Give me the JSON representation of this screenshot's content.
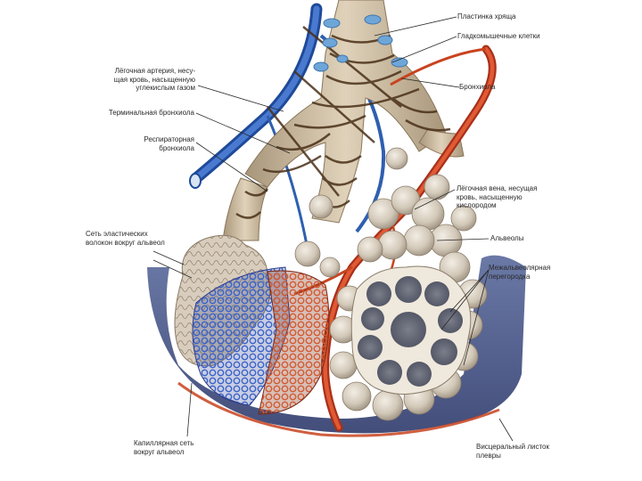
{
  "labels": {
    "cartilage_plate": "Пластинка хряща",
    "smooth_muscle": "Гладкомышечные клетки",
    "bronchiole": "Бронхиола",
    "pulmonary_artery": "Лёгочная артерия, несу-\nщая кровь, насыщенную\nуглекислым газом",
    "terminal_bronchiole": "Терминальная бронхиола",
    "respiratory_bronchiole": "Респираторная\nбронхиола",
    "pulmonary_vein": "Лёгочная вена, несущая\nкровь, насыщенную\nкислородом",
    "alveoli": "Альвеолы",
    "elastic_fibers": "Сеть эластических\nволокон вокруг альвеол",
    "interalveolar_septum": "Межальвеолярная\nперегородка",
    "capillary_network": "Капиллярная сеть\nвокруг альвеол",
    "visceral_pleura": "Висцеральный листок\nплевры"
  },
  "colors": {
    "artery": "#2f5fb0",
    "vein": "#c8431f",
    "airway": "#c8b69a",
    "cartilage": "#6fa6d8",
    "muscle": "#5a3a22",
    "pleura": "#4a5a8c",
    "alveolus": "#cfc6b8"
  }
}
